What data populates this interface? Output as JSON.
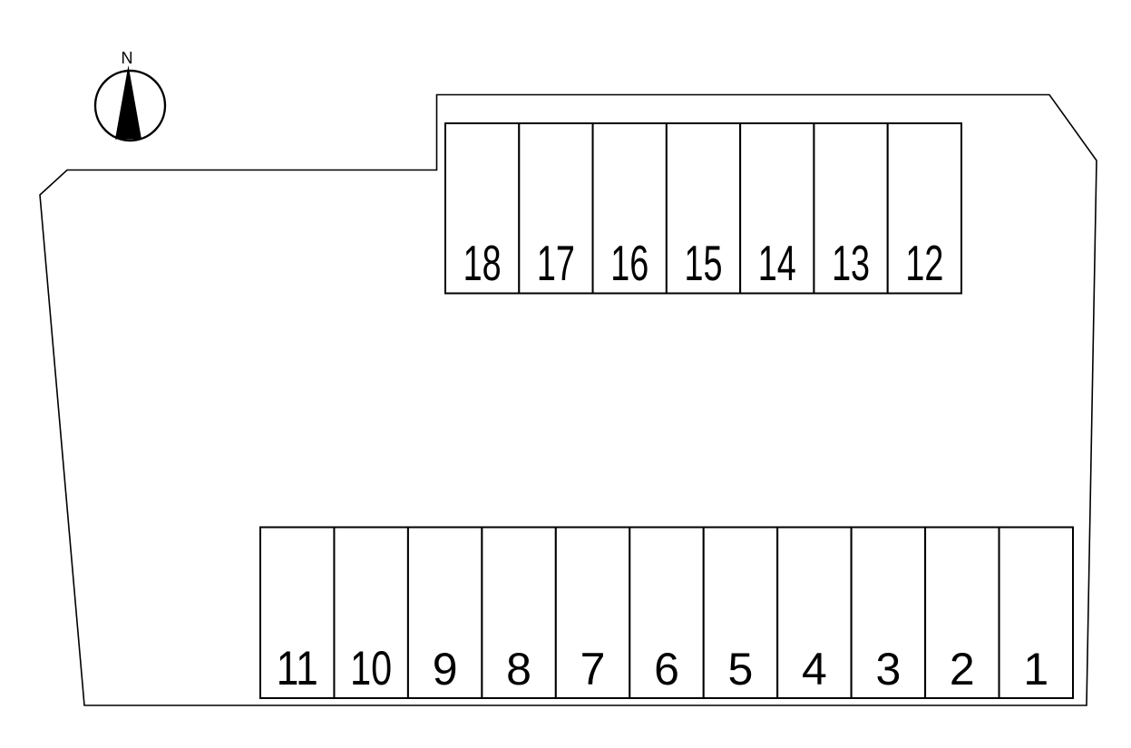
{
  "compass": {
    "north_label": "N"
  },
  "colors": {
    "line_color": "#000000",
    "number_color": "#000000",
    "background": "#FFFFFF"
  },
  "north_row": {
    "labels": [
      "18",
      "17",
      "16",
      "15",
      "14",
      "13",
      "12"
    ]
  },
  "south_row": {
    "labels": [
      "11",
      "10",
      "9",
      "8",
      "7",
      "6",
      "5",
      "4",
      "3",
      "2",
      "1"
    ]
  }
}
